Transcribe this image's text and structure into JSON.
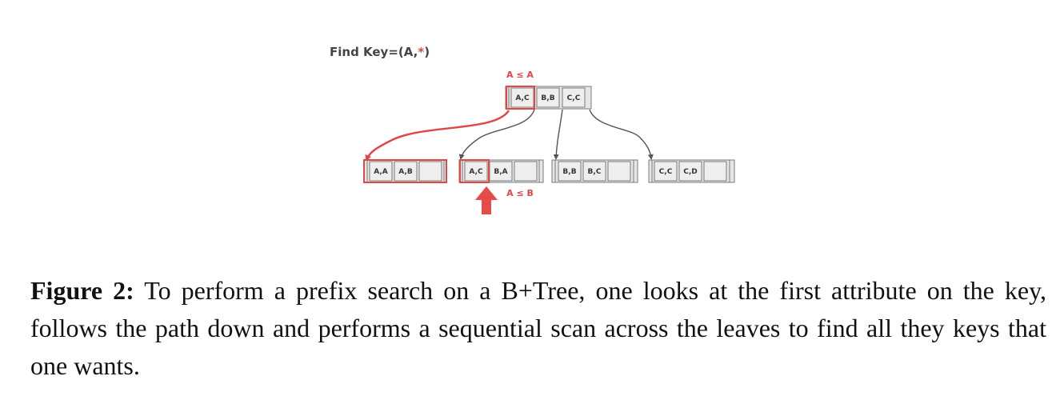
{
  "diagram": {
    "find_key": {
      "prefix": "Find Key=(A,",
      "wildcard": "*",
      "suffix": ")"
    },
    "root_compare_label": "A ≤ A",
    "leaf_compare_label": "A ≤ B",
    "root_keys": [
      "A,C",
      "B,B",
      "C,C"
    ],
    "leaves": [
      {
        "keys": [
          "A,A",
          "A,B"
        ]
      },
      {
        "keys": [
          "A,C",
          "B,A"
        ]
      },
      {
        "keys": [
          "B,B",
          "B,C"
        ]
      },
      {
        "keys": [
          "C,C",
          "C,D"
        ]
      }
    ],
    "colors": {
      "highlight": "#e04848",
      "cell_fill": "#e6e6e6",
      "cell_stroke": "#7a7a7a",
      "arrow_gray": "#555555"
    }
  },
  "caption": {
    "label": "Figure 2:",
    "text": "To perform a prefix search on a B+Tree, one looks at the first attribute on the key, follows the path down and performs a sequential scan across the leaves to find all they keys that one wants."
  }
}
